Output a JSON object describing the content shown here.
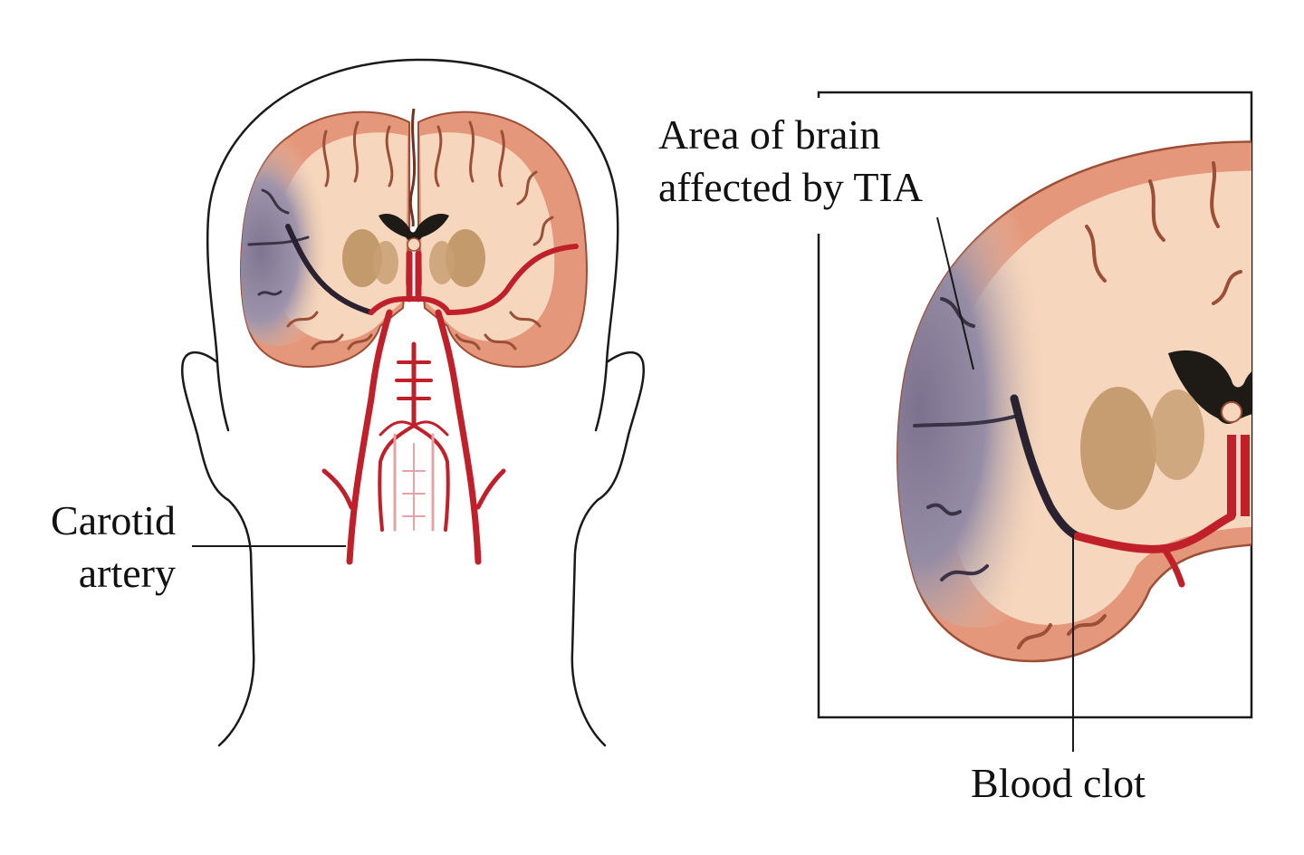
{
  "labels": {
    "carotid": {
      "line1": "Carotid",
      "line2": "artery"
    },
    "area": {
      "line1": "Area of brain",
      "line2": "affected by TIA"
    },
    "clot": "Blood clot"
  },
  "colors": {
    "outline": "#1a1a1a",
    "brain_tissue": "#f2c9a8",
    "brain_cortex": "#e4977a",
    "brain_sulcus": "#b45f48",
    "affected_region": "#8e849c",
    "affected_dark": "#6a6078",
    "artery": "#c0202a",
    "artery_dark": "#8c1218",
    "basal_ganglia": "#b98f5e",
    "ventricle": "#1e1a16"
  }
}
